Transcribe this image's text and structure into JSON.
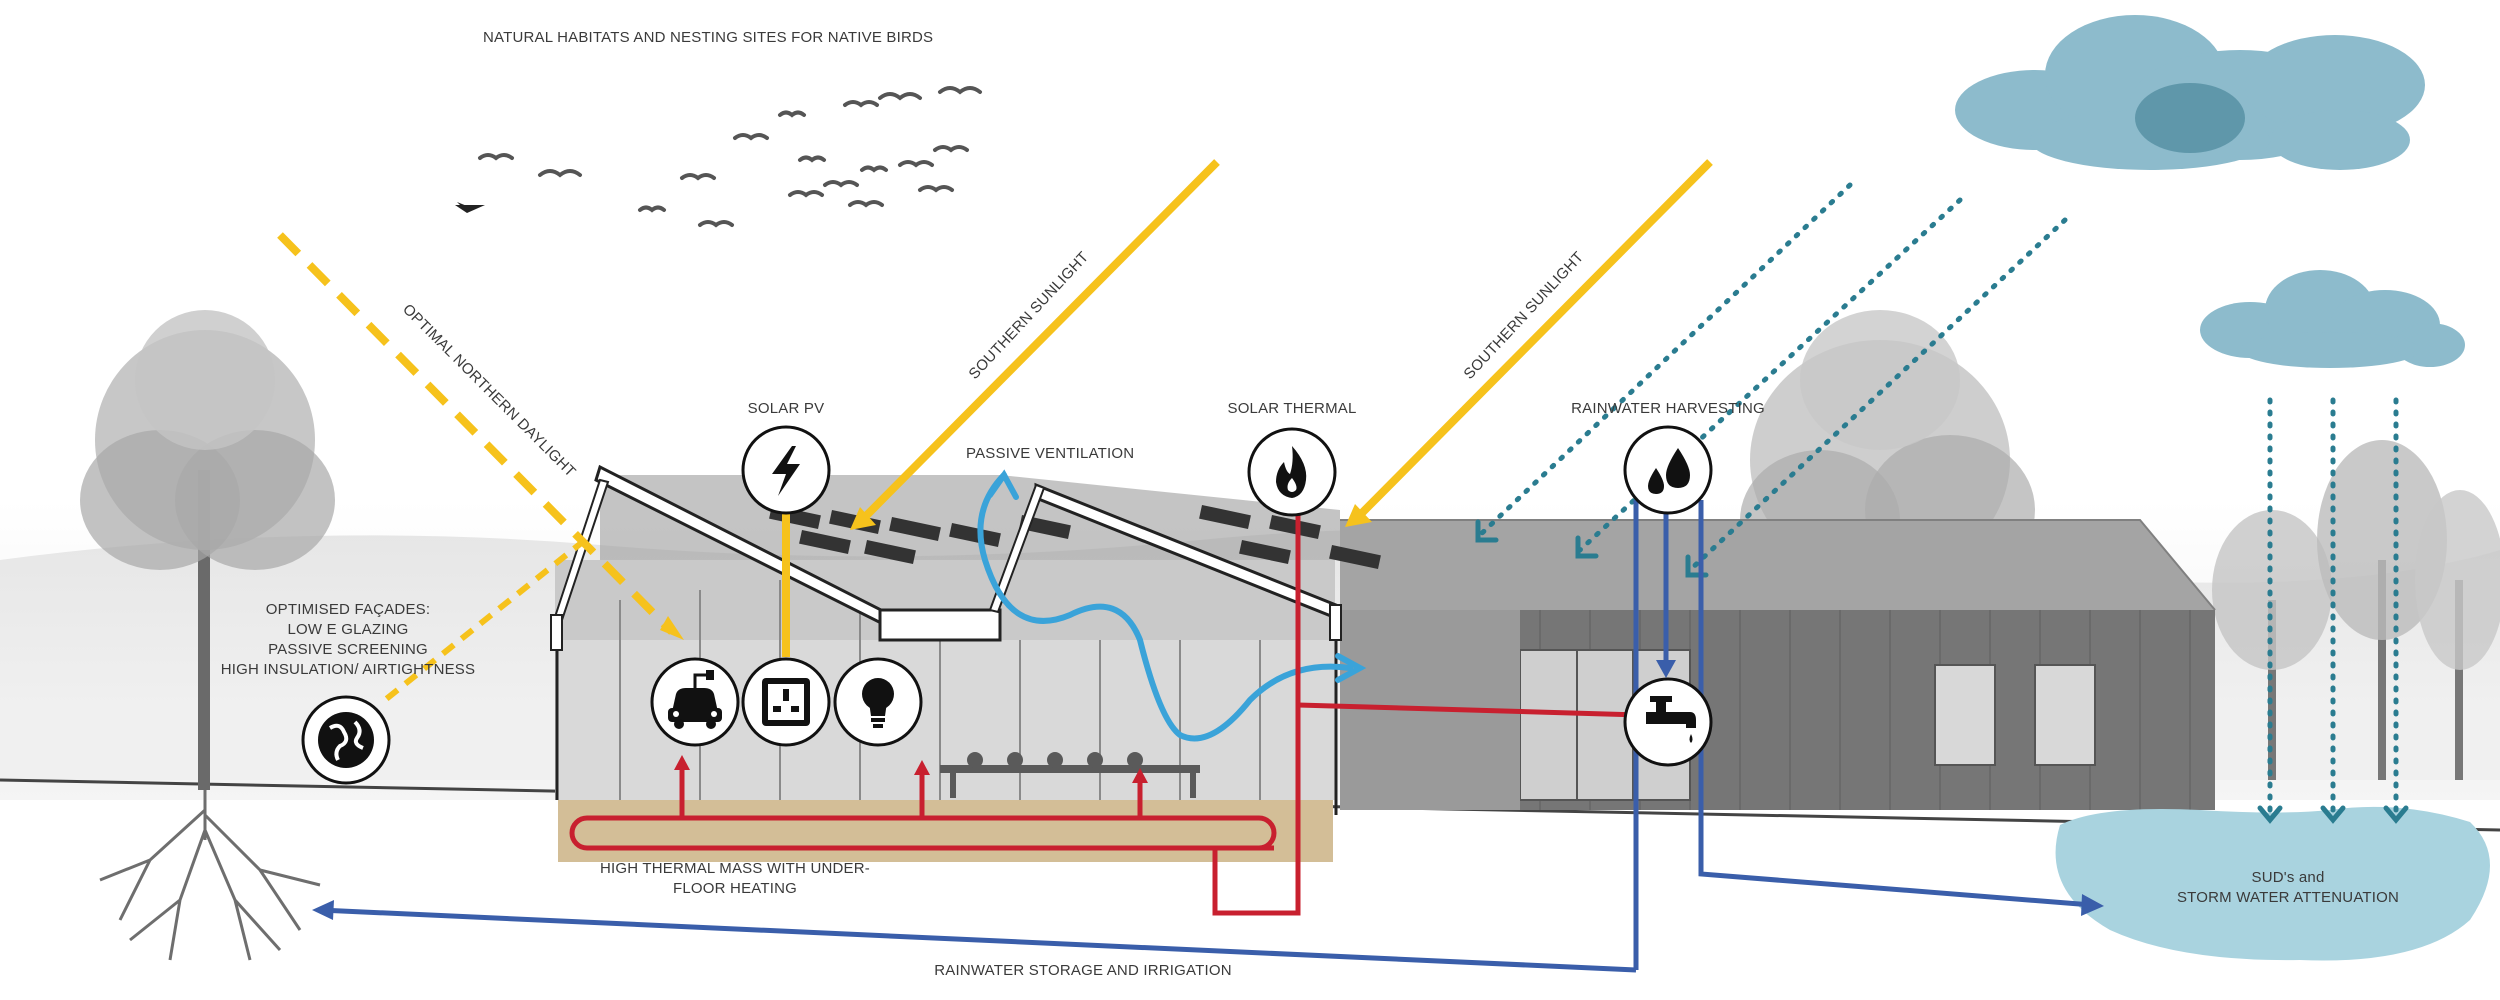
{
  "labels": {
    "birds": "NATURAL HABITATS AND NESTING SITES FOR NATIVE BIRDS",
    "northern_daylight": "OPTIMAL NORTHERN DAYLIGHT",
    "southern_sunlight_1": "SOUTHERN SUNLIGHT",
    "southern_sunlight_2": "SOUTHERN SUNLIGHT",
    "solar_pv": "SOLAR PV",
    "passive_ventilation": "PASSIVE VENTILATION",
    "solar_thermal": "SOLAR THERMAL",
    "rainwater_harvesting": "RAINWATER HARVESTING",
    "facades": [
      "OPTIMISED FAÇADES:",
      "LOW E GLAZING",
      "PASSIVE SCREENING",
      "HIGH INSULATION/ AIRTIGHTNESS"
    ],
    "thermal_mass": [
      "HIGH THERMAL MASS WITH UNDER-",
      "FLOOR HEATING"
    ],
    "storage": "RAINWATER STORAGE AND IRRIGATION",
    "suds": [
      "SUD's and",
      "STORM WATER ATTENUATION"
    ]
  },
  "icons": [
    "globe-icon",
    "electric-car-icon",
    "power-socket-icon",
    "light-bulb-icon",
    "lightning-bolt-icon",
    "flame-icon",
    "water-drops-icon",
    "water-tap-icon"
  ],
  "colors": {
    "sunlight": "#F6C21C",
    "ventilation": "#3AA3D9",
    "heating": "#C8202F",
    "rainwater": "#3A5EAA",
    "rain_dots": "#2A7C90",
    "cloud": "#8DBBCC",
    "pond": "#A9D3DF",
    "slab": "#D3BE97"
  }
}
